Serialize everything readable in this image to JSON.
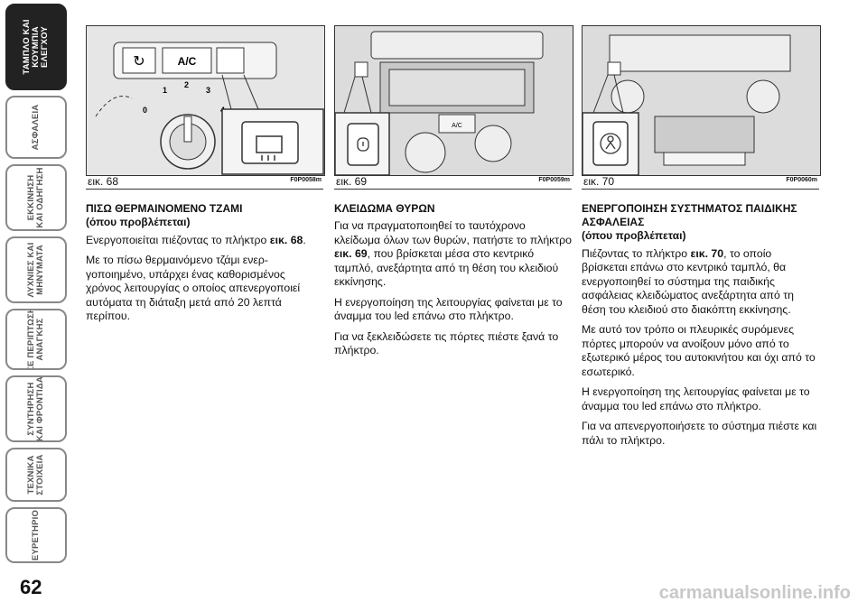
{
  "tabs": [
    {
      "label": "ΤΑΜΠΛΟ ΚΑΙ\nΚΟΥΜΠΙΑ\nΕΛΕΓΧΟΥ",
      "active": true
    },
    {
      "label": "ΑΣΦΑΛΕΙΑ",
      "active": false
    },
    {
      "label": "ΕΚΚΙΝΗΣΗ\nΚΑΙ ΟΔΗΓΗΣΗ",
      "active": false
    },
    {
      "label": "ΛΥΧΝΙΕΣ ΚΑΙ\nΜΗΝΥΜΑΤΑ",
      "active": false
    },
    {
      "label": "ΣΕ ΠΕΡΙΠΤΩΣΗ\nΑΝΑΓΚΗΣ",
      "active": false
    },
    {
      "label": "ΣΥΝΤΗΡΗΣΗ\nΚΑΙ ΦΡΟΝΤΙΔΑ",
      "active": false
    },
    {
      "label": "ΤΕΧΝΙΚΑ\nΣΤΟΙΧΕΙΑ",
      "active": false
    },
    {
      "label": "ΕΥΡΕΤΗΡΙΟ",
      "active": false
    }
  ],
  "page_number": "62",
  "figures": [
    {
      "num": "εικ. 68",
      "code": "F0P0058m",
      "panel_label": "A/C",
      "dial_numbers": [
        "0",
        "1",
        "2",
        "3",
        "4"
      ]
    },
    {
      "num": "εικ. 69",
      "code": "F0P0059m",
      "panel_label": "A/C"
    },
    {
      "num": "εικ. 70",
      "code": "F0P0060m"
    }
  ],
  "col1": {
    "title": "ΠΙΣΩ ΘΕΡΜΑΙΝΟΜΕΝΟ ΤΖΑΜΙ",
    "sub": "(όπου προβλέπεται)",
    "p1_text": "Ενεργοποιείται πιέζοντας το πλήκτρο ",
    "p1_ref": "εικ. 68",
    "p1_end": ".",
    "p2": "Με το πίσω θερμαινόμενο τζάμι ενερ­γοποιημένο, υπάρχει ένας καθορισμέ­νος χρόνος λειτουργίας ο οποίος απε­νεργοποιεί αυτόματα τη διάταξη μετά από 20 λεπτά περίπου."
  },
  "col2": {
    "title": "ΚΛΕΙΔΩΜΑ ΘΥΡΩΝ",
    "p1_a": "Για να πραγματοποιηθεί το ταυτόχρονο κλείδωμα όλων των θυρών, πατήστε το πλήκτρο ",
    "p1_ref": "εικ. 69",
    "p1_b": ", που βρίσκεται μέσα στο κεντρικό ταμπλό, ανεξάρτητα από τη θέση του κλειδιού εκκίνησης.",
    "p2": "Η ενεργοποίηση της λειτουργίας φαί­νεται με το άναμμα του led επάνω στο πλήκτρο.",
    "p3": "Για να ξεκλειδώσετε τις πόρτες πιέστε ξανά το πλήκτρο."
  },
  "col3": {
    "title": "ΕΝΕΡΓΟΠΟΙΗΣΗ ΣΥΣΤΗΜΑΤΟΣ ΠΑΙΔΙΚΗΣ ΑΣΦΑΛΕΙΑΣ",
    "sub": "(όπου προβλέπεται)",
    "p1_a": "Πιέζοντας το πλήκτρο ",
    "p1_ref": "εικ. 70",
    "p1_b": ", το οποίο βρίσκεται επάνω στο κεντρικό ταμπλό, θα ενεργοποιηθεί το σύστημα της παι­δικής ασφάλειας κλειδώματος ανεξάρ­τητα από τη θέση του κλειδιού στο δια­κόπτη εκκίνησης.",
    "p2": "Με αυτό τον τρόπο οι πλευρικές συρό­μενες πόρτες μπορούν να ανοίξουν μό­νο από το εξωτερικό μέρος του αυτο­κινήτου και όχι από το εσωτερικό.",
    "p3": "Η ενεργοποίηση της λειτουργίας φαί­νεται με το άναμμα του led επάνω στο πλήκτρο.",
    "p4": "Για να απενεργοποιήσετε το σύστημα πιέστε και πάλι το πλήκτρο."
  },
  "watermark": "carmanualsonline.info"
}
